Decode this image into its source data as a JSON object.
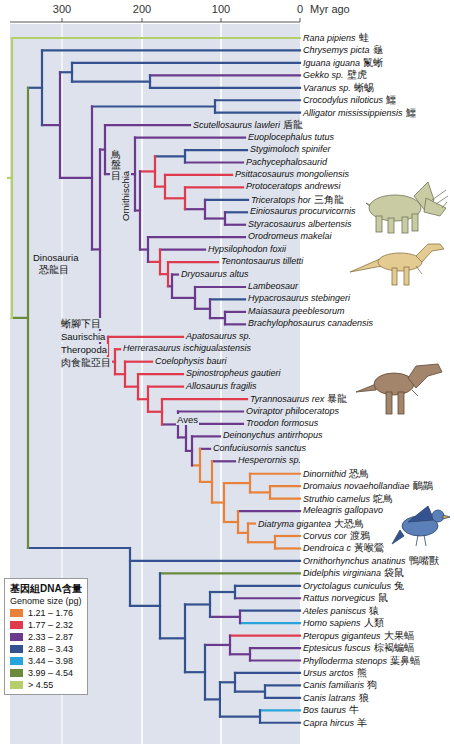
{
  "diagram": {
    "nodes": [
      {
        "text": [
          "基因組DNA含量",
          "Genome size (pg)"
        ]
      }
    ],
    "labels": [
      "300",
      "200",
      "100",
      "0",
      "Myr ago",
      "Rana pipiens",
      "蛙",
      "Chrysemys picta",
      "龜",
      "Iguana iguana",
      "鬣蜥",
      "Gekko sp.",
      "壁虎",
      "Varanus sp.",
      "蜥蜴",
      "Crocodylus niloticus",
      "鱷",
      "Alligator mississippiensis",
      "鱷",
      "Scutellosaurus lawleri",
      "盾龍",
      "Euoplocephalus tutus",
      "Stygimoloch spinifer",
      "Pachycephalosaurid",
      "Psittacosaurus mongoliensis",
      "Protoceratops andrewsi",
      "Triceratops hor",
      "三角龍",
      "Einiosaurus procurvicornis",
      "Styracosaurus albertensis",
      "Orodromeus makelai",
      "Hypsilophodon foxii",
      "Tenontosaurus tilletti",
      "Dryosaurus altus",
      "Lambeosaur",
      "Hypacrosaurus stebingeri",
      "Maiasaura peeblesorum",
      "Brachylophosaurus canadensis",
      "Apatosaurus sp.",
      "Herrerasaurus ischigualastensis",
      "Coelophysis bauri",
      "Spinostropheus gautieri",
      "Allosaurus fragilis",
      "Tyrannosaurus rex",
      "暴龍",
      "Oviraptor philoceratops",
      "Troodon formosus",
      "Deinonychus antirrhopus",
      "Confuciusornis sanctus",
      "Hesperornis sp.",
      "Dinornithid",
      "恐鳥",
      "Dromaius novaehollandiae",
      "鴯鶓",
      "Struthio camelus",
      "鴕鳥",
      "Meleagris gallopavo",
      "Diatryma gigantea",
      "大恐鳥",
      "Corvus cor",
      "渡鴉",
      "Dendroica c",
      "黃喉鶯",
      "Ornithorhynchus anatinus",
      "鴨嘴獸",
      "Didelphis virginiana",
      "袋鼠",
      "Oryctolagus cuniculus",
      "兔",
      "Rattus norvegicus",
      "鼠",
      "Ateles paniscus",
      "猿",
      "Homo sapiens",
      "人類",
      "Pteropus giganteus",
      "大果蝠",
      "Eptesicus fuscus",
      "棕褐蝙蝠",
      "Phylloderma stenops",
      "葉鼻蝠",
      "Ursus arctos",
      "熊",
      "Canis familiaris",
      "狗",
      "Canis latrans",
      "狼",
      "Bos taurus",
      "牛",
      "Capra hircus",
      "羊",
      "鳥盤目",
      "Ornithischia",
      "Dinosauria",
      "恐龍目",
      "蜥腳下目",
      "Saurischia",
      "Theropoda",
      "肉食龍亞目",
      "Aves"
    ],
    "legend": [
      {
        "text": "1.21 – 1.76",
        "color": "#e8823a"
      },
      {
        "text": "1.77 – 2.32",
        "color": "#e03a4e"
      },
      {
        "text": "2.33 – 2.87",
        "color": "#6b3a8c"
      },
      {
        "text": "2.88 – 3.43",
        "color": "#34528f"
      },
      {
        "text": "3.44 – 3.98",
        "color": "#29a3dc"
      },
      {
        "text": "3.99 – 4.54",
        "color": "#6b8a3a"
      },
      {
        "text": "> 4.55",
        "color": "#b5cf6b"
      }
    ]
  }
}
